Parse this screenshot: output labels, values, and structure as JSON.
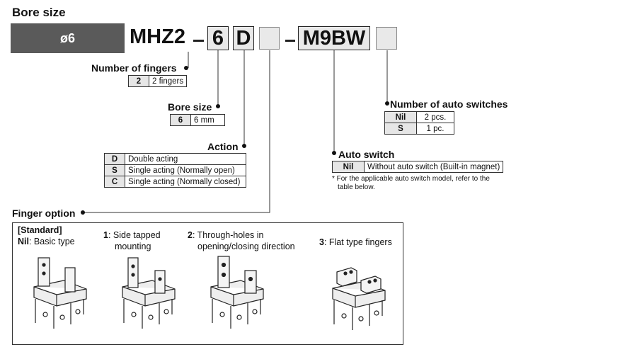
{
  "bore": {
    "heading": "Bore size",
    "value": "ø6"
  },
  "model": {
    "prefix": "MHZ2",
    "size": "6",
    "action": "D",
    "switch": "M9BW"
  },
  "fingers": {
    "label": "Number of fingers",
    "rows": [
      {
        "code": "2",
        "desc": "2 fingers"
      }
    ]
  },
  "bore_size": {
    "label": "Bore size",
    "rows": [
      {
        "code": "6",
        "desc": "6 mm"
      }
    ]
  },
  "action": {
    "label": "Action",
    "rows": [
      {
        "code": "D",
        "desc": "Double acting"
      },
      {
        "code": "S",
        "desc": "Single acting (Normally open)"
      },
      {
        "code": "C",
        "desc": "Single acting (Normally closed)"
      }
    ]
  },
  "num_switches": {
    "label": "Number of auto switches",
    "rows": [
      {
        "code": "Nil",
        "desc": "2 pcs."
      },
      {
        "code": "S",
        "desc": "1 pc."
      }
    ]
  },
  "auto_switch": {
    "label": "Auto switch",
    "rows": [
      {
        "code": "Nil",
        "desc": "Without auto switch (Built-in magnet)"
      }
    ],
    "note_line1": "* For the applicable auto switch model, refer to the",
    "note_line2": "table below."
  },
  "finger_option": {
    "label": "Finger option",
    "standard_tag": "[Standard]",
    "items": [
      {
        "code": "Nil",
        "line1": ": Basic type",
        "line2": ""
      },
      {
        "code": "1",
        "line1": ": Side tapped",
        "line2": "mounting"
      },
      {
        "code": "2",
        "line1": ": Through-holes in",
        "line2": "opening/closing direction"
      },
      {
        "code": "3",
        "line1": ": Flat type fingers",
        "line2": ""
      }
    ]
  },
  "colors": {
    "banner": "#5a5a5a",
    "box_fill": "#e9e9e9",
    "key_fill": "#e6e6e6"
  }
}
